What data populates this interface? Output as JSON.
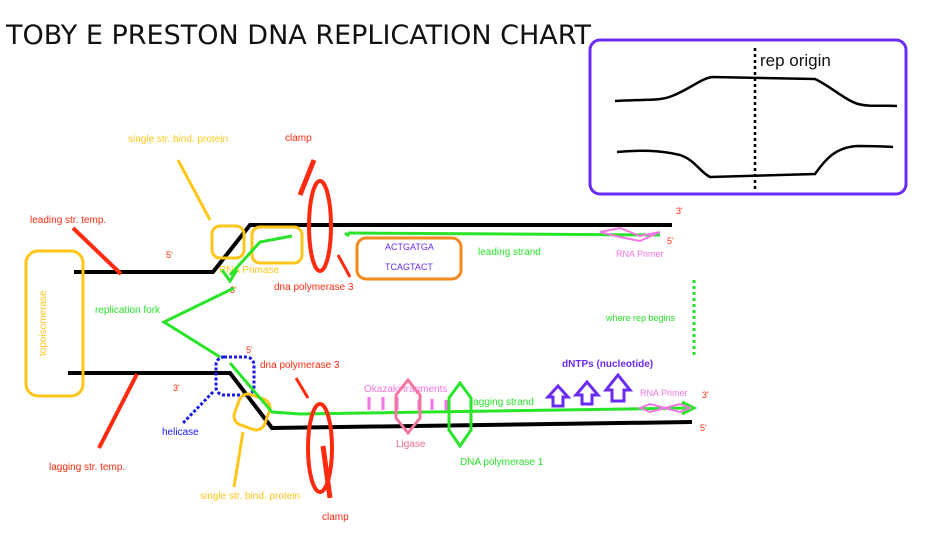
{
  "title": "TOBY E PRESTON DNA REPLICATION CHART",
  "colors": {
    "strand": "#000000",
    "red": "#ff2a10",
    "yellow": "#ffc61a",
    "green": "#29e429",
    "orange": "#f28a1e",
    "purple": "#6a2cf2",
    "blue": "#1a1ae6",
    "pink": "#f276e6",
    "inset_border": "#6a2cf2"
  },
  "labels": {
    "leading_str_temp": "leading str. temp.",
    "single_str_top": "single str. bind. protein",
    "clamp_top": "clamp",
    "prime_5_top_left": "5'",
    "prime_3_top_right": "3'",
    "prime_5_leading_end": "5'",
    "rna_primase": "RNA Primase",
    "prime_3_fork_top": "3'",
    "dna_polymerase_top": "dna polymerase 3",
    "leading_strand": "leading strand",
    "rna_primer_top": "RNA Primer",
    "topoisomerase": "topoisomerase",
    "replication_fork": "replication fork",
    "where_rep_begins": "where rep begins",
    "prime_5_fork_bottom": "5'",
    "dna_polymerase_bottom": "dna polymerase 3",
    "dntps": "dNTPs (nucleotide)",
    "prime_3_bottom_left": "3'",
    "okazaki": "Okazaki fragments",
    "lagging_strand": "lagging strand",
    "rna_primer_bottom": "RNA Primer",
    "prime_3_lagging_end": "3'",
    "prime_5_bottom_right": "5'",
    "helicase": "helicase",
    "ligase": "Ligase",
    "dna_polymerase_1": "DNA polymerase 1",
    "lagging_str_temp": "lagging str. temp.",
    "single_str_bottom": "single str. bind. protein",
    "clamp_bottom": "clamp"
  },
  "sequence": {
    "top": "ACTGATGA",
    "bottom": "TCAGTACT"
  },
  "inset": {
    "label": "rep origin"
  }
}
